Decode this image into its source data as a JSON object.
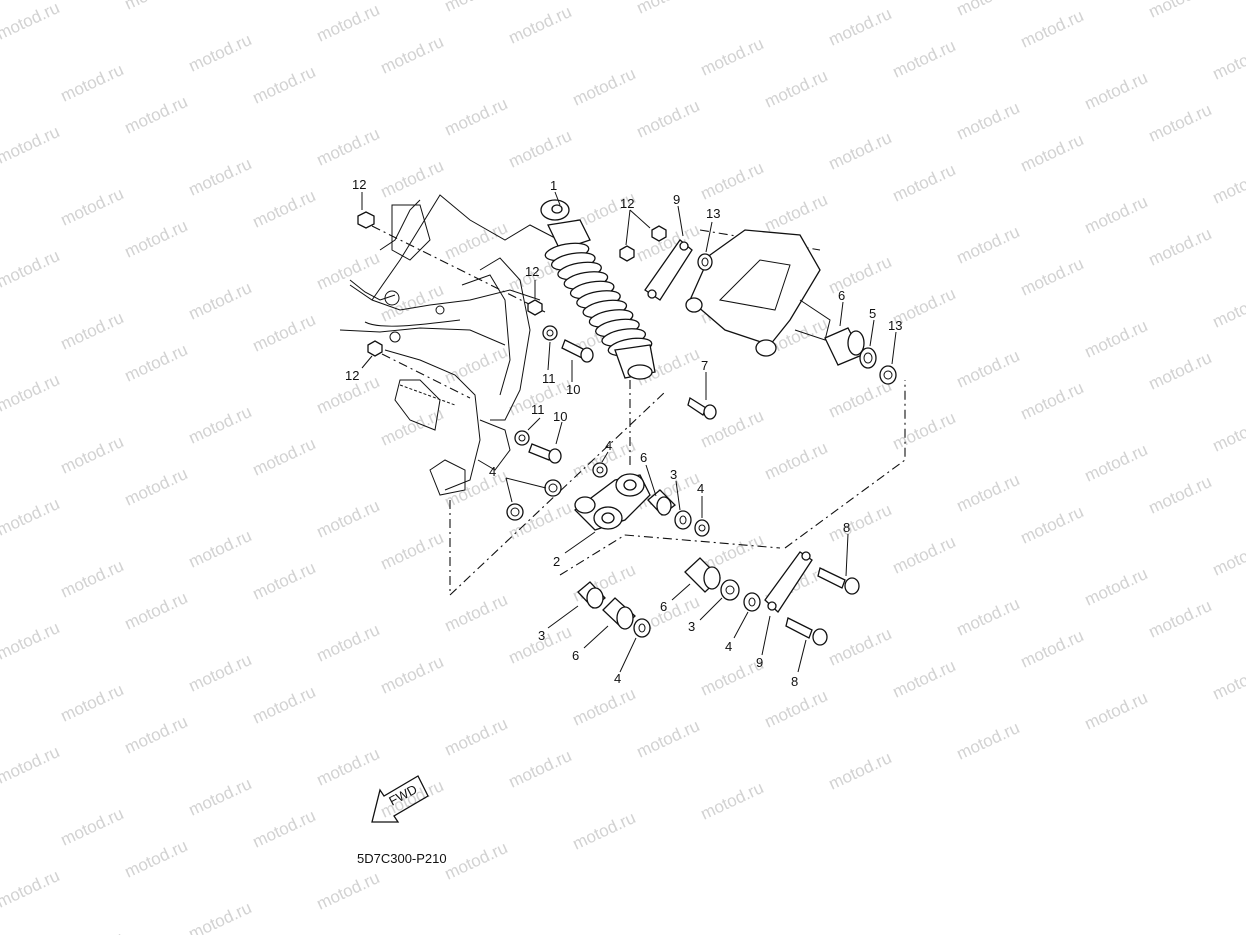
{
  "watermark": "motod.ru",
  "drawing_code": "5D7C300-P210",
  "direction_label": "FWD",
  "callouts": [
    {
      "id": "c1",
      "text": "1"
    },
    {
      "id": "c2",
      "text": "2"
    },
    {
      "id": "c3a",
      "text": "3"
    },
    {
      "id": "c3b",
      "text": "3"
    },
    {
      "id": "c3c",
      "text": "3"
    },
    {
      "id": "c4a",
      "text": "4"
    },
    {
      "id": "c4b",
      "text": "4"
    },
    {
      "id": "c4c",
      "text": "4"
    },
    {
      "id": "c4d",
      "text": "4"
    },
    {
      "id": "c4e",
      "text": "4"
    },
    {
      "id": "c5",
      "text": "5"
    },
    {
      "id": "c6a",
      "text": "6"
    },
    {
      "id": "c6b",
      "text": "6"
    },
    {
      "id": "c6c",
      "text": "6"
    },
    {
      "id": "c6d",
      "text": "6"
    },
    {
      "id": "c7",
      "text": "7"
    },
    {
      "id": "c8a",
      "text": "8"
    },
    {
      "id": "c8b",
      "text": "8"
    },
    {
      "id": "c9a",
      "text": "9"
    },
    {
      "id": "c9b",
      "text": "9"
    },
    {
      "id": "c10a",
      "text": "10"
    },
    {
      "id": "c10b",
      "text": "10"
    },
    {
      "id": "c11a",
      "text": "11"
    },
    {
      "id": "c11b",
      "text": "11"
    },
    {
      "id": "c12a",
      "text": "12"
    },
    {
      "id": "c12b",
      "text": "12"
    },
    {
      "id": "c12c",
      "text": "12"
    },
    {
      "id": "c12d",
      "text": "12"
    },
    {
      "id": "c13a",
      "text": "13"
    },
    {
      "id": "c13b",
      "text": "13"
    }
  ]
}
